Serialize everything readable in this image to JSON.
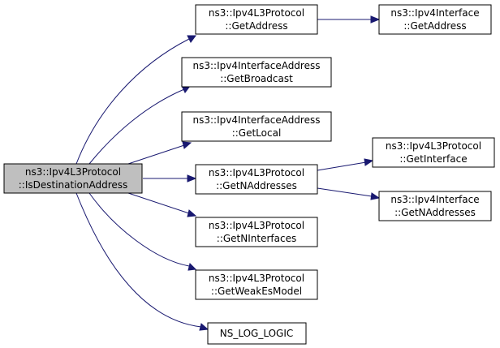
{
  "graph": {
    "colors": {
      "edge": "#191970",
      "root_fill": "#bfbfbf",
      "node_fill": "#ffffff",
      "border": "#000000"
    },
    "nodes": {
      "root": {
        "line1": "ns3::Ipv4L3Protocol",
        "line2": "::IsDestinationAddress"
      },
      "get_address": {
        "line1": "ns3::Ipv4L3Protocol",
        "line2": "::GetAddress"
      },
      "iface_get_address": {
        "line1": "ns3::Ipv4Interface",
        "line2": "::GetAddress"
      },
      "get_broadcast": {
        "line1": "ns3::Ipv4InterfaceAddress",
        "line2": "::GetBroadcast"
      },
      "get_local": {
        "line1": "ns3::Ipv4InterfaceAddress",
        "line2": "::GetLocal"
      },
      "get_naddresses": {
        "line1": "ns3::Ipv4L3Protocol",
        "line2": "::GetNAddresses"
      },
      "get_interface": {
        "line1": "ns3::Ipv4L3Protocol",
        "line2": "::GetInterface"
      },
      "iface_get_naddresses": {
        "line1": "ns3::Ipv4Interface",
        "line2": "::GetNAddresses"
      },
      "get_ninterfaces": {
        "line1": "ns3::Ipv4L3Protocol",
        "line2": "::GetNInterfaces"
      },
      "get_weak_es_model": {
        "line1": "ns3::Ipv4L3Protocol",
        "line2": "::GetWeakEsModel"
      },
      "ns_log_logic": {
        "line1": "NS_LOG_LOGIC"
      }
    }
  }
}
